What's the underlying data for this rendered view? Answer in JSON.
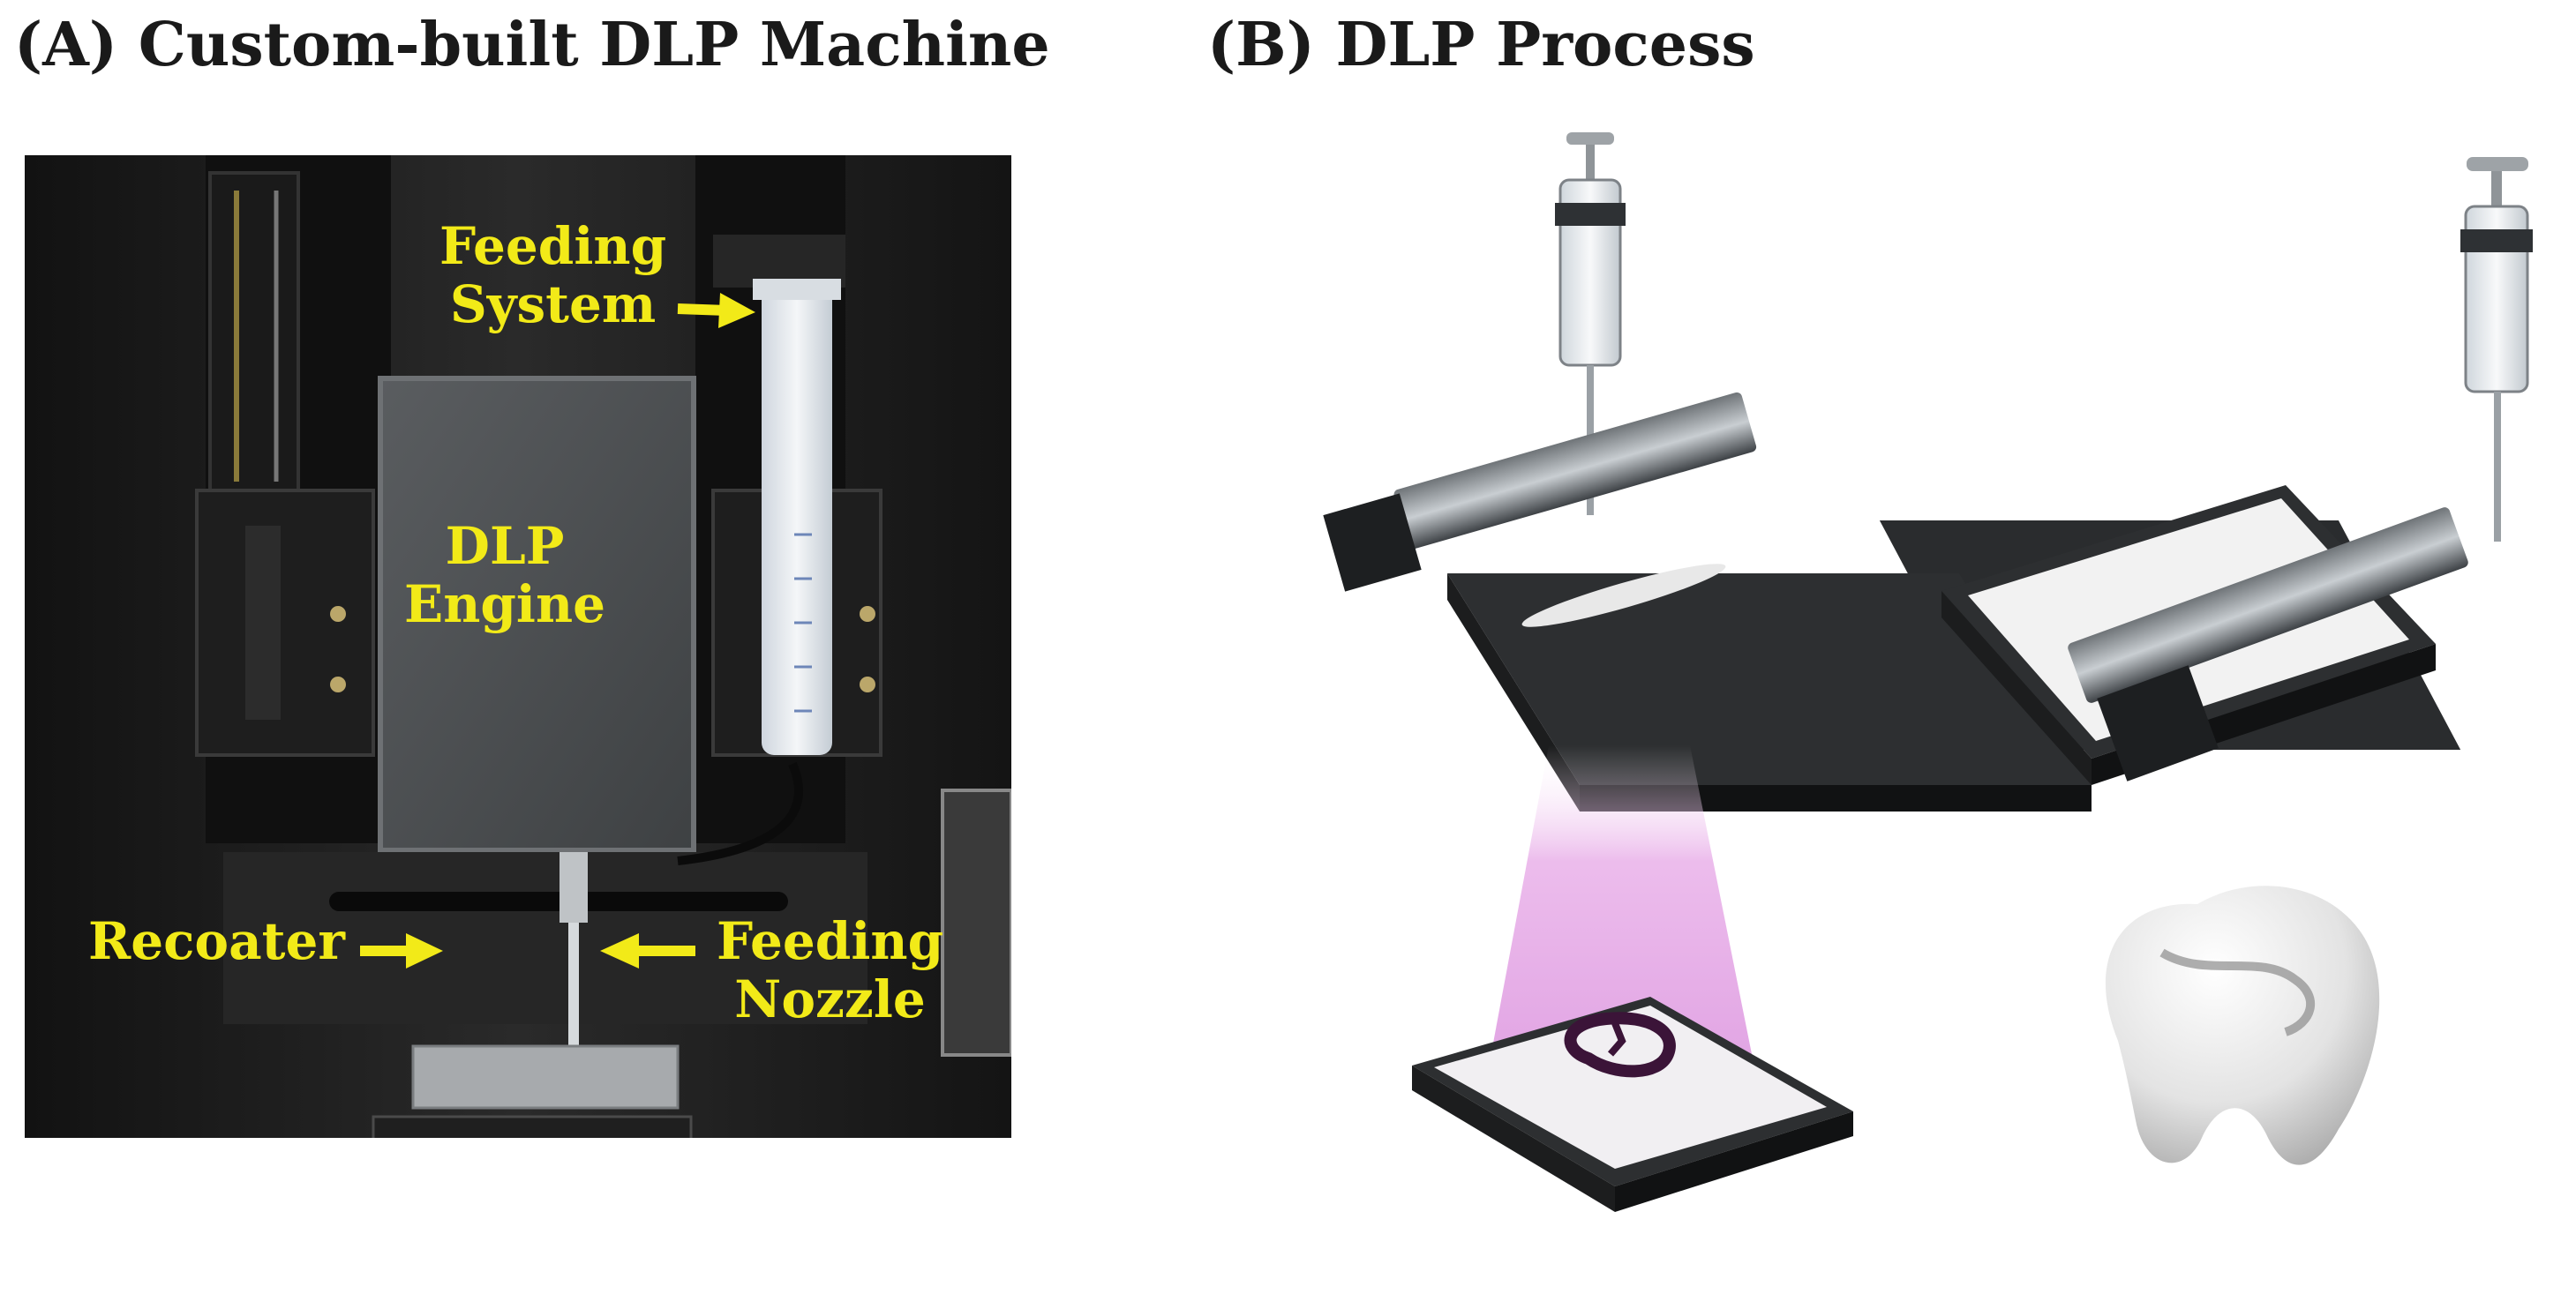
{
  "panels": {
    "a": {
      "title": "(A) Custom-built DLP Machine"
    },
    "b": {
      "title": "(B) DLP Process"
    }
  },
  "labels": {
    "feeding_system": [
      "Feeding",
      "System"
    ],
    "dlp_engine": [
      "DLP",
      "Engine"
    ],
    "recoater": "Recoater",
    "feeding_nozzle": [
      "Feeding",
      "Nozzle"
    ]
  },
  "colors": {
    "label_yellow": "#f2ea18",
    "uv_light": "#e6a6e6",
    "machine_dark": "#2b2b2b",
    "tooth_white": "#e6e6e6"
  }
}
